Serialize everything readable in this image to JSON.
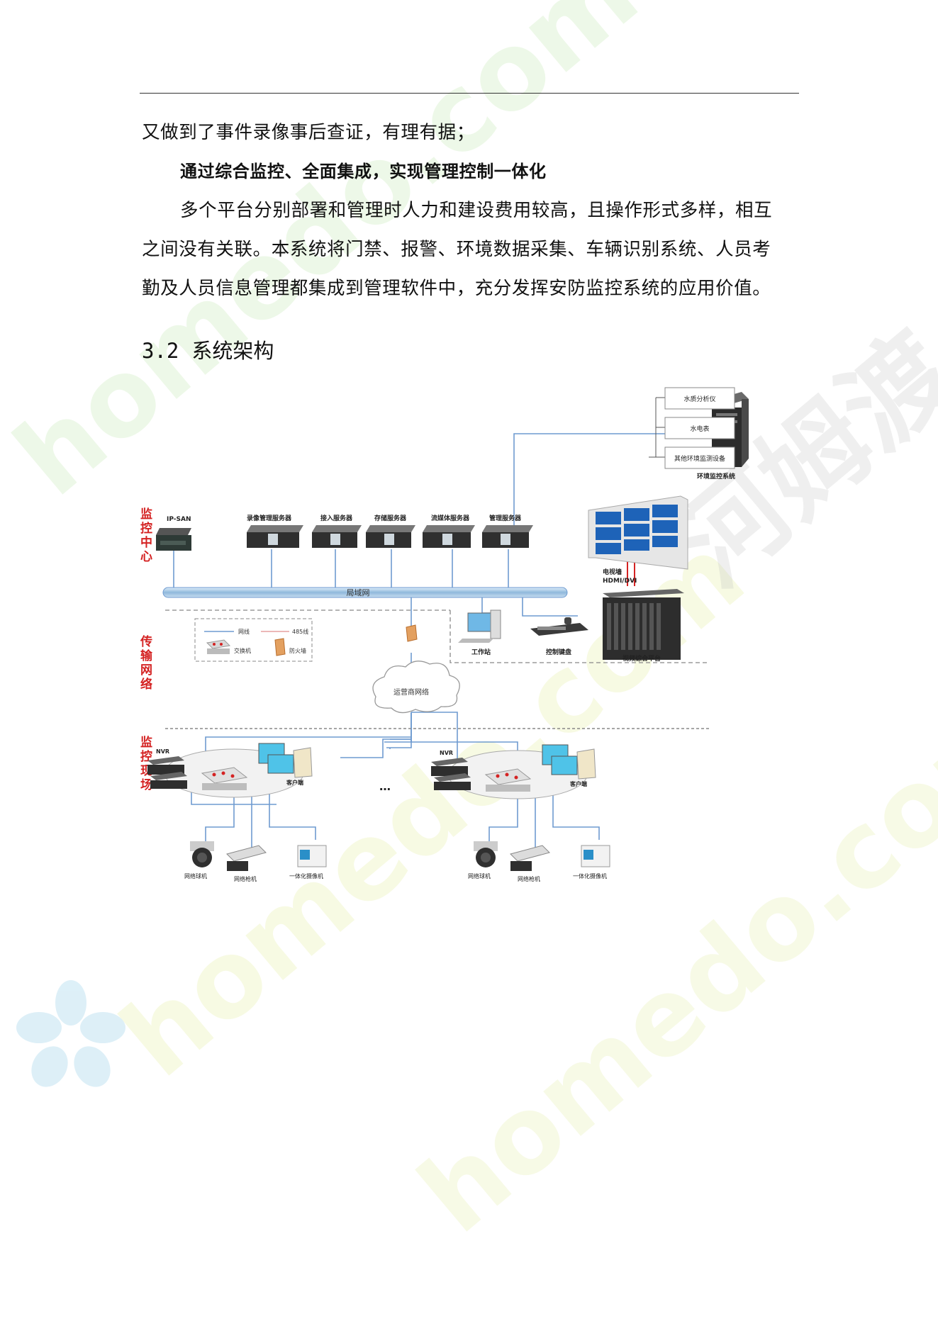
{
  "document": {
    "line1": "又做到了事件录像事后查证，有理有据；",
    "bold_heading": "通过综合监控、全面集成，实现管理控制一体化",
    "para_line1": "多个平台分别部署和管理时人力和建设费用较高，且操作形式多样，相互",
    "para_line2": "之间没有关联。本系统将门禁、报警、环境数据采集、车辆识别系统、人员考",
    "para_line3": "勤及人员信息管理都集成到管理软件中，充分发挥安防监控系统的应用价值。",
    "section_number": "3.2",
    "section_title": "系统架构"
  },
  "diagram": {
    "zones": {
      "center": [
        "监",
        "控",
        "中",
        "心"
      ],
      "transport": [
        "传",
        "输",
        "网",
        "络"
      ],
      "site": [
        "监",
        "控",
        "现",
        "场"
      ]
    },
    "servers": {
      "ipsan": "IP-SAN",
      "record": "录像管理服务器",
      "access": "接入服务器",
      "storage": "存储服务器",
      "stream": "流媒体服务器",
      "manage": "管理服务器"
    },
    "env": {
      "system": "环境监控系统",
      "item1": "水质分析仪",
      "item2": "水电表",
      "item3": "其他环境监测设备"
    },
    "tvwall": {
      "line1": "电视墙",
      "line2": "HDMI/DVI"
    },
    "lan": "局域网",
    "workstation": "工作站",
    "keyboard": "控制键盘",
    "platform": "视频综合平台",
    "legend": {
      "netline": "网线",
      "rs485": "485线",
      "switch": "交换机",
      "firewall": "防火墙"
    },
    "carrier": "运营商网络",
    "site": {
      "nvr": "NVR",
      "client": "客户端",
      "dome": "网络球机",
      "bullet": "网络枪机",
      "integrated": "一体化摄像机",
      "ellipsis": "…"
    }
  },
  "watermark": {
    "site": "homedo.com",
    "brand": "河姆渡"
  }
}
